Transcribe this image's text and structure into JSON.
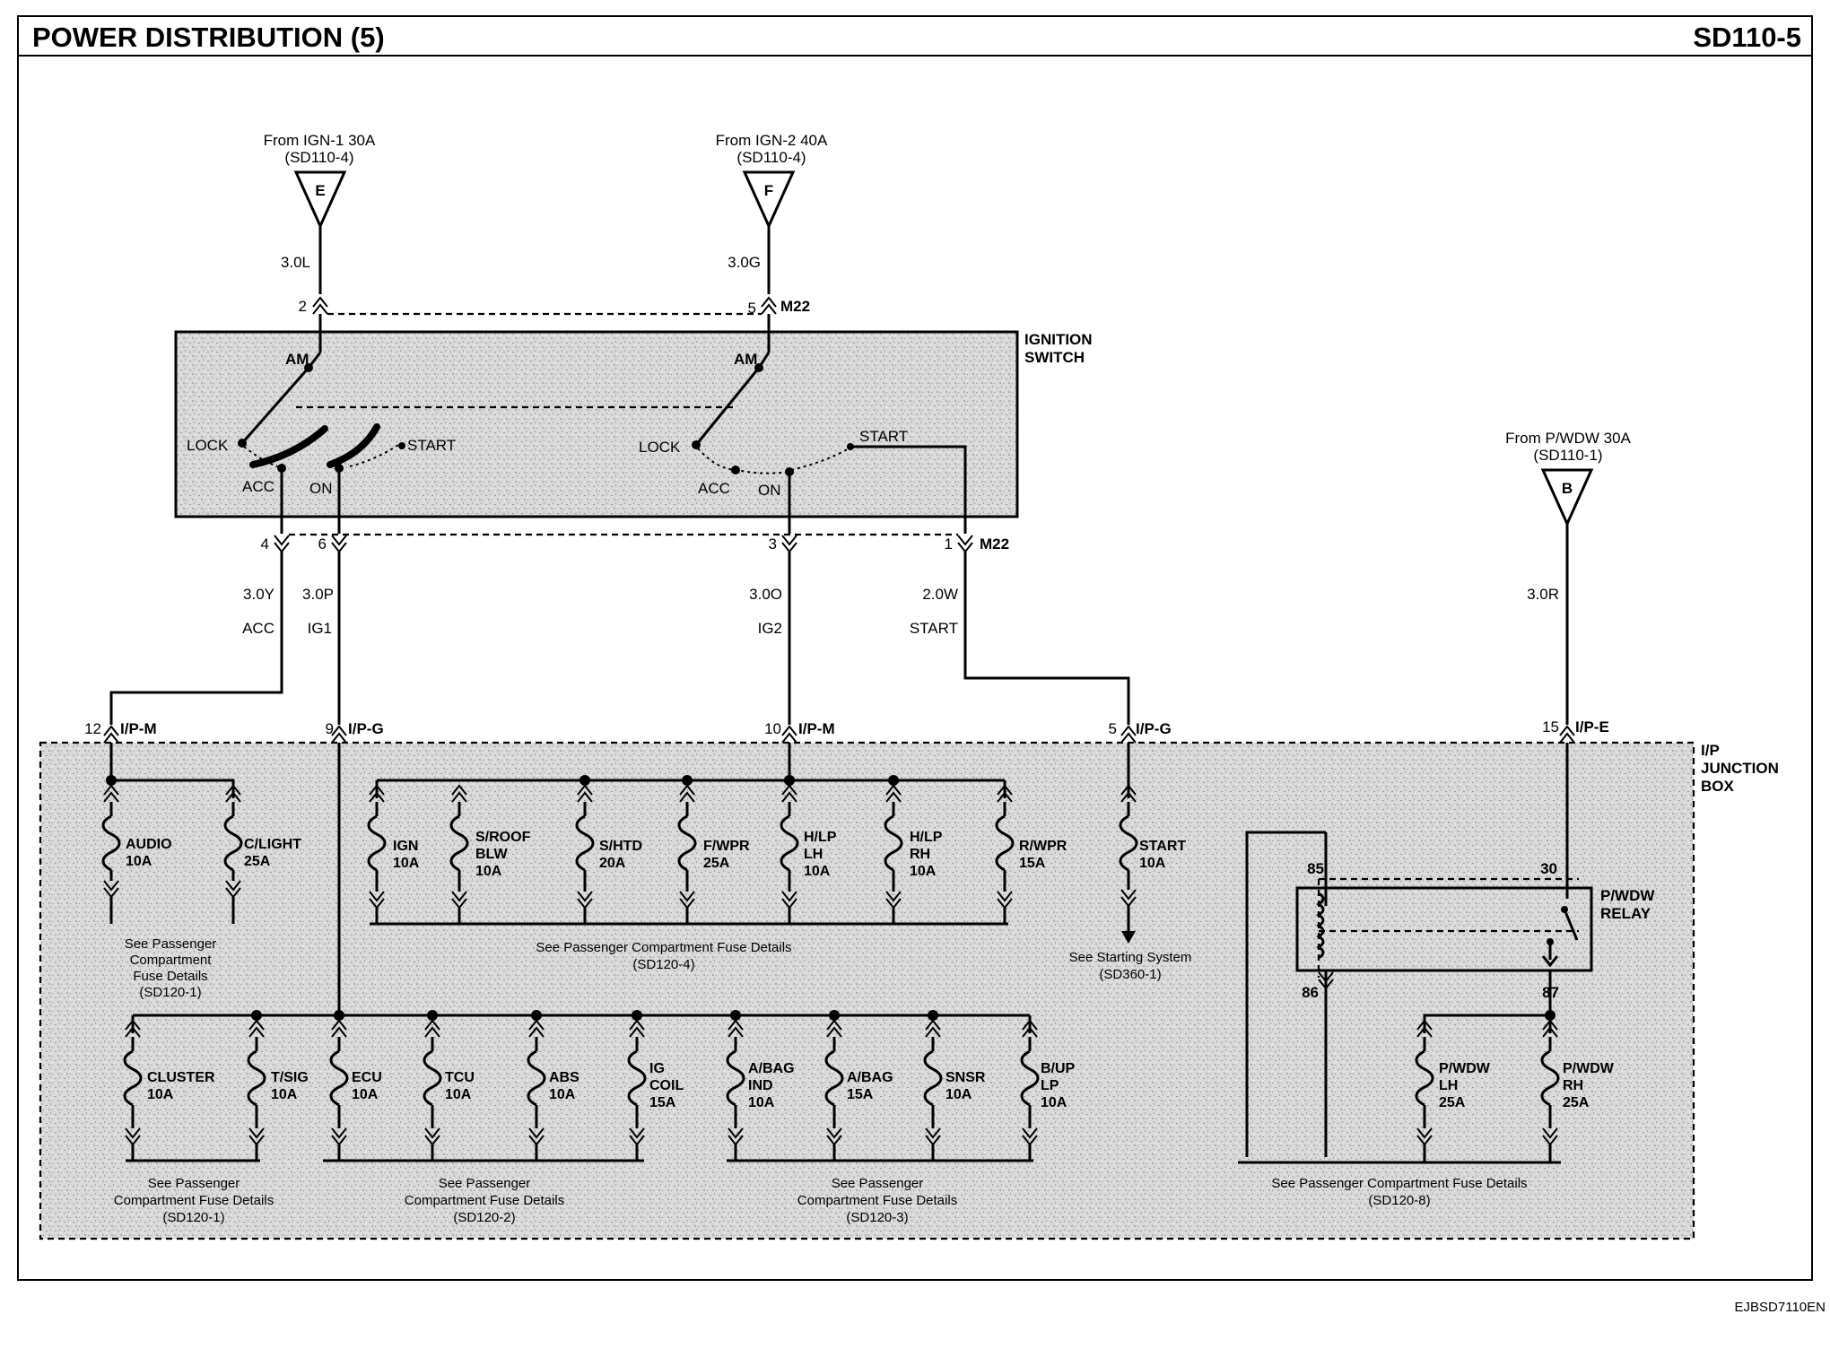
{
  "header": {
    "title": "POWER DISTRIBUTION (5)",
    "page_code": "SD110-5"
  },
  "footer": {
    "ref_code": "EJBSD7110EN"
  },
  "sources": [
    {
      "line1": "From IGN-1 30A",
      "line2": "(SD110-4)",
      "letter": "E",
      "wire": "3.0L"
    },
    {
      "line1": "From IGN-2 40A",
      "line2": "(SD110-4)",
      "letter": "F",
      "wire": "3.0G"
    },
    {
      "line1": "From P/WDW 30A",
      "line2": "(SD110-1)",
      "letter": "B",
      "wire": "3.0R"
    }
  ],
  "ignition_switch": {
    "label_line1": "IGNITION",
    "label_line2": "SWITCH",
    "connector": "M22",
    "pins_top": [
      "2",
      "5"
    ],
    "left_switch": {
      "am": "AM",
      "lock": "LOCK",
      "acc": "ACC",
      "on": "ON",
      "start": "START"
    },
    "right_switch": {
      "am": "AM",
      "lock": "LOCK",
      "acc": "ACC",
      "on": "ON",
      "start": "START"
    },
    "outputs": [
      {
        "pin": "4",
        "wire": "3.0Y",
        "circuit": "ACC"
      },
      {
        "pin": "6",
        "wire": "3.0P",
        "circuit": "IG1"
      },
      {
        "pin": "3",
        "wire": "3.0O",
        "circuit": "IG2"
      },
      {
        "pin": "1",
        "wire": "2.0W",
        "circuit": "START"
      }
    ]
  },
  "junction_box": {
    "label_line1": "I/P",
    "label_line2": "JUNCTION",
    "label_line3": "BOX",
    "connectors": [
      {
        "pin": "12",
        "name": "I/P-M"
      },
      {
        "pin": "9",
        "name": "I/P-G"
      },
      {
        "pin": "10",
        "name": "I/P-M"
      },
      {
        "pin": "5",
        "name": "I/P-G"
      },
      {
        "pin": "15",
        "name": "I/P-E"
      }
    ]
  },
  "fuses_upper": [
    {
      "l1": "AUDIO",
      "l2": "10A"
    },
    {
      "l1": "C/LIGHT",
      "l2": "25A"
    },
    {
      "l1": "IGN",
      "l2": "10A"
    },
    {
      "l1": "S/ROOF",
      "l2": "BLW",
      "l3": "10A"
    },
    {
      "l1": "S/HTD",
      "l2": "20A"
    },
    {
      "l1": "F/WPR",
      "l2": "25A"
    },
    {
      "l1": "H/LP",
      "l2": "LH",
      "l3": "10A"
    },
    {
      "l1": "H/LP",
      "l2": "RH",
      "l3": "10A"
    },
    {
      "l1": "R/WPR",
      "l2": "15A"
    },
    {
      "l1": "START",
      "l2": "10A"
    }
  ],
  "fuses_lower": [
    {
      "l1": "CLUSTER",
      "l2": "10A"
    },
    {
      "l1": "T/SIG",
      "l2": "10A"
    },
    {
      "l1": "ECU",
      "l2": "10A"
    },
    {
      "l1": "TCU",
      "l2": "10A"
    },
    {
      "l1": "ABS",
      "l2": "10A"
    },
    {
      "l1": "IG",
      "l2": "COIL",
      "l3": "15A"
    },
    {
      "l1": "A/BAG",
      "l2": "IND",
      "l3": "10A"
    },
    {
      "l1": "A/BAG",
      "l2": "15A"
    },
    {
      "l1": "SNSR",
      "l2": "10A"
    },
    {
      "l1": "B/UP",
      "l2": "LP",
      "l3": "10A"
    },
    {
      "l1": "P/WDW",
      "l2": "LH",
      "l3": "25A"
    },
    {
      "l1": "P/WDW",
      "l2": "RH",
      "l3": "25A"
    }
  ],
  "relay": {
    "l1": "P/WDW",
    "l2": "RELAY",
    "pins": [
      "85",
      "30",
      "86",
      "87"
    ]
  },
  "notes": [
    {
      "l1": "See Passenger",
      "l2": "Compartment",
      "l3": "Fuse Details",
      "l4": "(SD120-1)"
    },
    {
      "l1": "See Passenger Compartment Fuse Details",
      "l2": "(SD120-4)"
    },
    {
      "l1": "See Starting System",
      "l2": "(SD360-1)"
    },
    {
      "l1": "See Passenger",
      "l2": "Compartment Fuse Details",
      "l3": "(SD120-1)"
    },
    {
      "l1": "See Passenger",
      "l2": "Compartment Fuse Details",
      "l3": "(SD120-2)"
    },
    {
      "l1": "See Passenger",
      "l2": "Compartment Fuse Details",
      "l3": "(SD120-3)"
    },
    {
      "l1": "See Passenger Compartment Fuse Details",
      "l2": "(SD120-8)"
    }
  ]
}
